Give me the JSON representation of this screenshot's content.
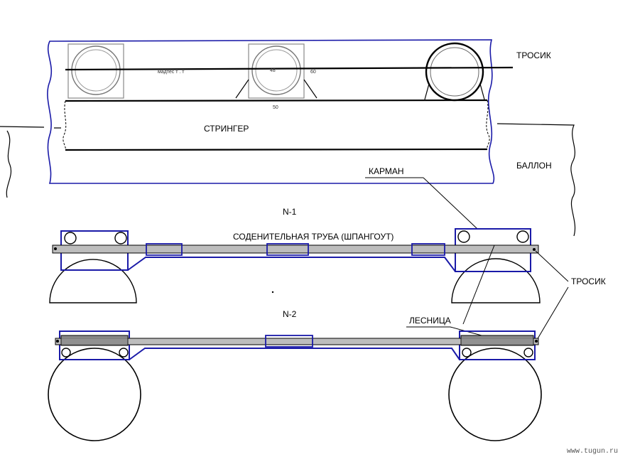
{
  "labels": {
    "trosik_top": "ТРОСИК",
    "stringer": "СТРИНГЕР",
    "ballon": "БАЛЛОН",
    "karman": "КАРМАН",
    "n1": "N-1",
    "pipe": "СОДЕНИТЕЛЬНАЯ ТРУБА (ШПАНГОУТ)",
    "trosik_side": "ТРОСИК",
    "n2": "N-2",
    "lesnitsa": "ЛЕСНИЦА"
  },
  "dims": {
    "d50": "50",
    "d48": "48",
    "d60": "60",
    "small_note": "мадтес т . т"
  },
  "watermark": "www.tugun.ru",
  "colors": {
    "outline_blue": "#1a1aa8",
    "pipe_fill": "#bdbdbd",
    "ladder_fill": "#8a8a8a",
    "ink": "#000000"
  }
}
